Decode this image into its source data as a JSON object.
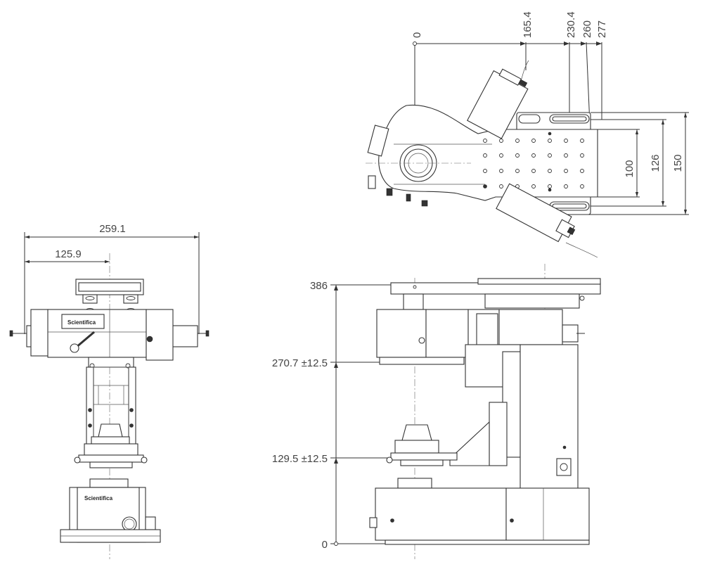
{
  "front_view": {
    "overall_width": "259.1",
    "half_width": "125.9",
    "brand_top": "Scientifica",
    "brand_base": "Scientifica"
  },
  "top_view": {
    "x_dims": [
      "0",
      "165.4",
      "230.4",
      "260",
      "277"
    ],
    "y_dims": [
      "100",
      "126",
      "150"
    ]
  },
  "side_view": {
    "heights": [
      "386",
      "270.7 ±12.5",
      "129.5 ±12.5",
      "0"
    ]
  }
}
